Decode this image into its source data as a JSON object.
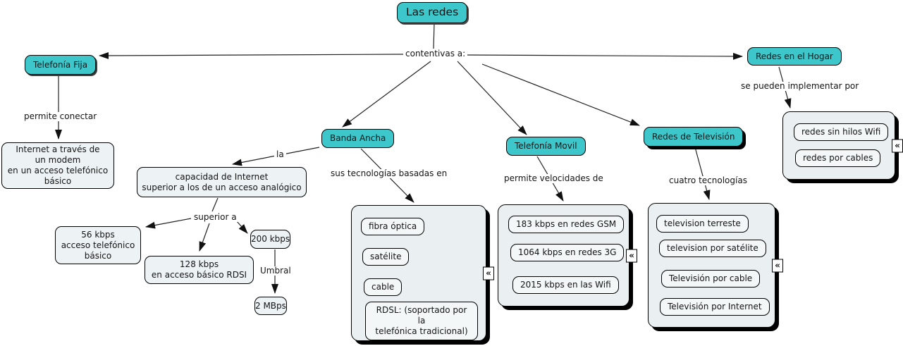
{
  "colors": {
    "node_teal": "#3ec7cb",
    "box_light": "#edf2f5",
    "container_bg": "#eaf0f2",
    "subbox_bg": "#f3f7f8",
    "border": "#000000",
    "line": "#222222"
  },
  "root": {
    "label": "Las redes"
  },
  "links": {
    "contentivas": "contentivas a:",
    "permite_conectar": "permite conectar",
    "la": "la",
    "superior_a": "superior a",
    "sus_tecnologias": "sus tecnologías basadas en",
    "permite_velocidades": "permite velocidades de",
    "cuatro_tecnologias": "cuatro tecnologías",
    "se_pueden": "se pueden implementar por",
    "umbral": "Umbral"
  },
  "concepts": {
    "telefonia_fija": "Telefonía Fija",
    "banda_ancha": "Banda Ancha",
    "telefonia_movil": "Telefonía Movil",
    "redes_television": "Redes de Televisión",
    "redes_hogar": "Redes en el Hogar",
    "internet_modem": "Internet a través de\nun modem\nen un acceso telefónico\nbásico",
    "capacidad": "capacidad de Internet\nsuperior a los de un acceso analógico",
    "kbps56": "56 kbps\nacceso telefónico\nbásico",
    "kbps128": "128 kbps\nen acceso básico RDSI",
    "kbps200": "200 kbps",
    "mbps2": "2 MBps"
  },
  "groups": {
    "banda_ancha_tech": {
      "items": [
        "fibra óptica",
        "satélite",
        "cable",
        "RDSL: (soportado por la\ntelefónica tradicional)"
      ]
    },
    "movil_speeds": {
      "items": [
        "183 kbps en redes GSM",
        "1064 kbps en redes 3G",
        "2015 kbps en las Wifi"
      ]
    },
    "tv_tech": {
      "items": [
        "television terreste",
        "television por satélite",
        "Televisión por cable",
        "Televisión por Internet"
      ]
    },
    "hogar_tipos": {
      "items": [
        "redes sin hilos Wifi",
        "redes por cables"
      ]
    }
  },
  "icons": {
    "collapse": "«"
  }
}
